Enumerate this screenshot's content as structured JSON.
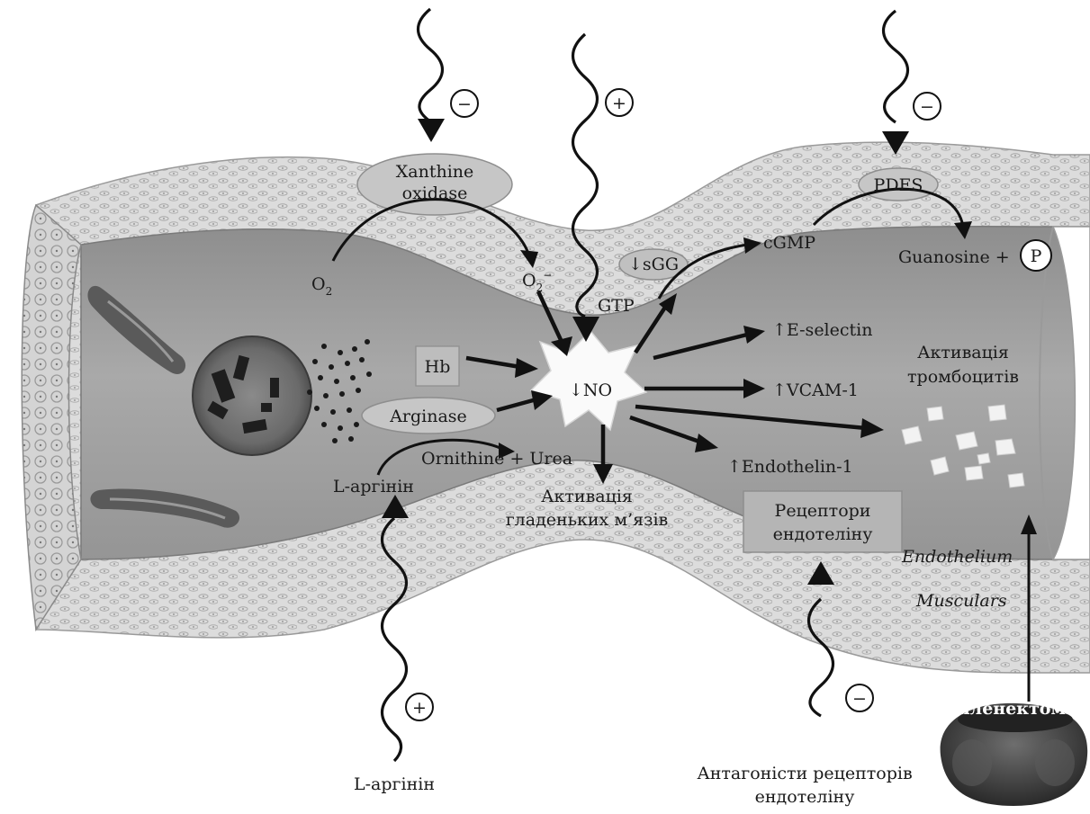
{
  "colors": {
    "wall_outer": "#d9d9d9",
    "wall_dots": "#bdbdbd",
    "lumen": "#9c9c9c",
    "lumen_light": "#b8b8b8",
    "ellipse": "#c9c9c9",
    "star": "#f7f7f7",
    "text": "#1a1a1a"
  },
  "labels": {
    "xanthine_1": "Xanthine",
    "xanthine_2": "oxidase",
    "o2": "O",
    "o2_sub": "2",
    "o2_radical": "O",
    "o2_radical_sub": "2",
    "o2_radical_sup": "−",
    "hb": "Hb",
    "arginase": "Arginase",
    "ornithine_urea": "Ornithine + Urea",
    "l_arginine_inner": "L-аргінін",
    "l_arginine_bottom": "L-аргінін",
    "no": "↓NO",
    "gtp": "GTP",
    "sgg": "↓sGG",
    "cgmp": "cGMP",
    "pdes": "PDES",
    "guanosine": "Guanosine +",
    "phosphate": "P",
    "e_selectin": "↑E-selectin",
    "vcam": "↑VCAM-1",
    "endothelin": "↑Endothelin-1",
    "platelets_1": "Активація",
    "platelets_2": "тромбоцитів",
    "smooth_1": "Активація",
    "smooth_2": "гладеньких м’язів",
    "receptors_1": "Рецептори",
    "receptors_2": "ендотеліну",
    "endothelium": "Endothelium",
    "musculars": "Musculars",
    "antagonists_1": "Антагоністи рецепторів",
    "antagonists_2": "ендотеліну",
    "splenectomy": "Спленектомія"
  },
  "signs": {
    "xanthine": "−",
    "no_donor": "+",
    "pdes": "−",
    "l_arginine": "+",
    "antagonists": "−"
  }
}
